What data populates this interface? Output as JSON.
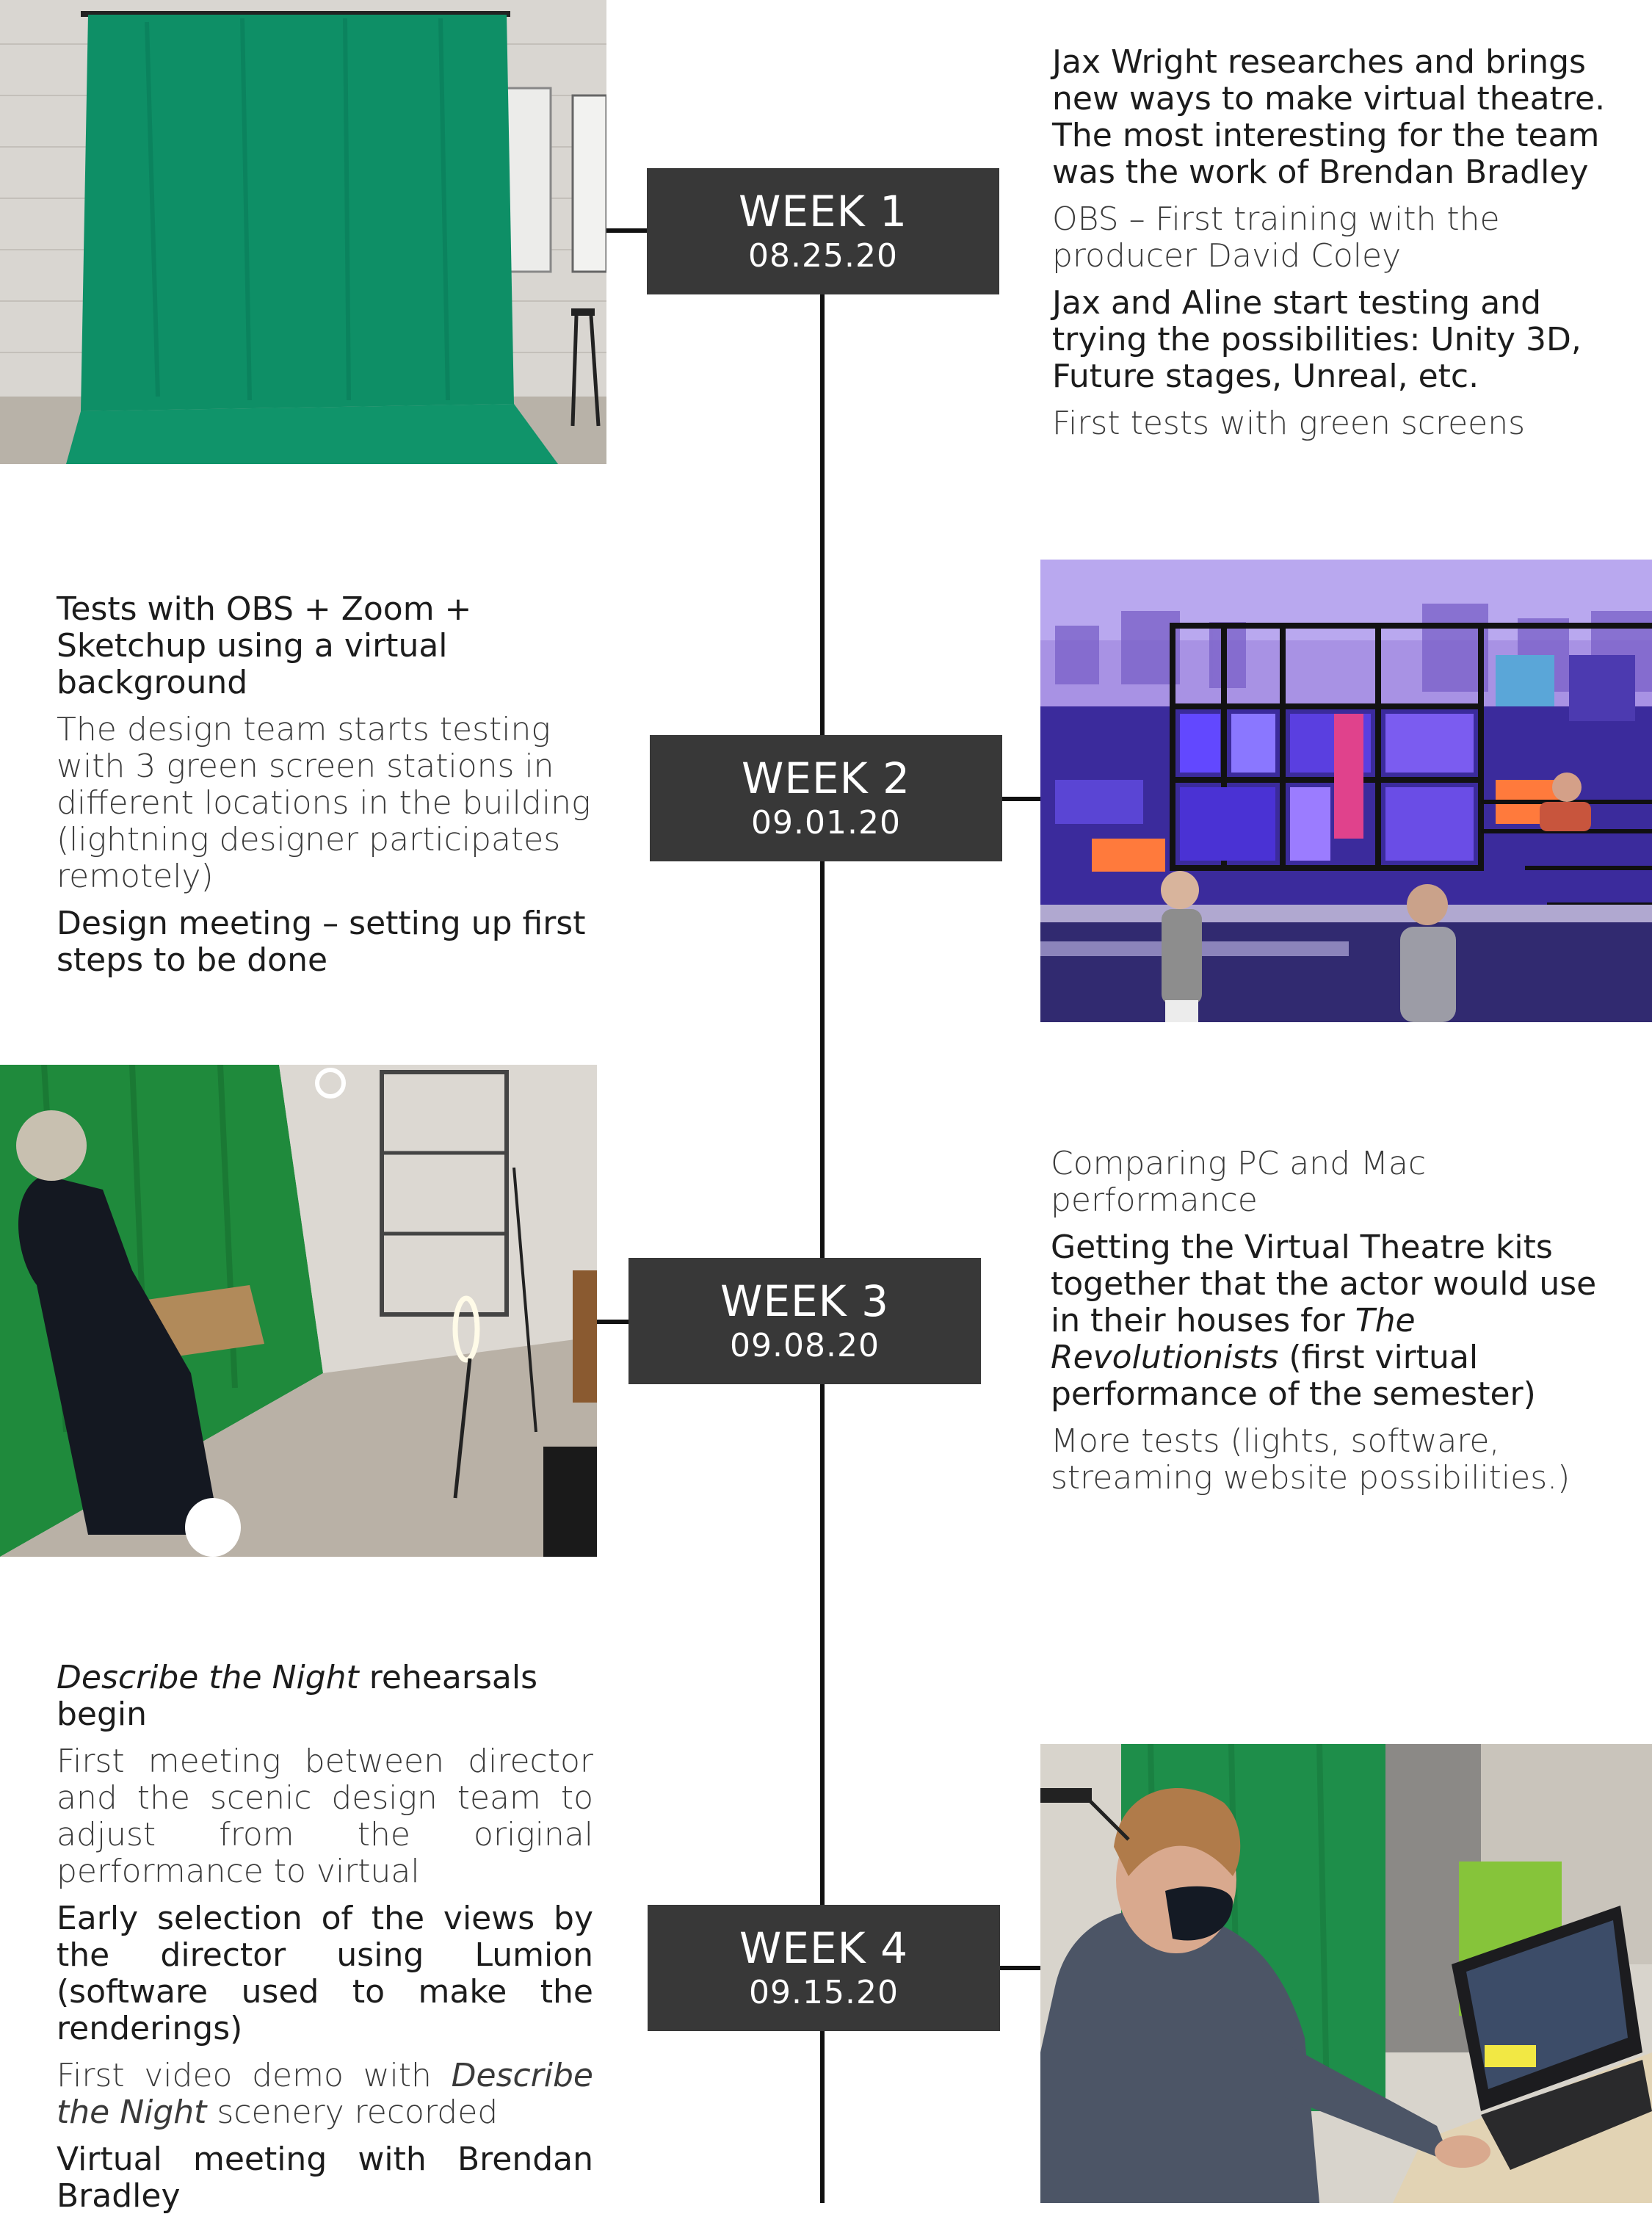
{
  "weeks": [
    {
      "label": "WEEK 1",
      "date": "08.25.20"
    },
    {
      "label": "WEEK 2",
      "date": "09.01.20"
    },
    {
      "label": "WEEK 3",
      "date": "09.08.20"
    },
    {
      "label": "WEEK 4",
      "date": "09.15.20"
    }
  ],
  "week1": {
    "items": [
      "Jax Wright researches and brings new ways to make virtual theatre. The most interesting for the team was the work of Brendan Bradley",
      "OBS – First training with the producer David Coley",
      "Jax and Aline start testing and trying the possibilities: Unity 3D, Future stages, Unreal, etc.",
      "First tests with green screens"
    ]
  },
  "week2": {
    "items": [
      "Tests with OBS + Zoom + Sketchup using a virtual background",
      "The design team starts testing with 3 green screen stations in different locations in the building (lightning designer participates remotely)",
      "Design meeting – setting up first steps to be done"
    ]
  },
  "week3": {
    "items": [
      "Comparing PC and Mac performance",
      "Getting the Virtual Theatre kits together that the actor would use in their houses for ",
      "The Revolutionists",
      " (first virtual performance of the semester)",
      "More tests (lights, software, streaming website possibilities.)"
    ]
  },
  "week4": {
    "items": [
      "Describe the Night",
      " rehearsals begin",
      "First meeting between director and the scenic design team to adjust from  the original performance to virtual",
      "Early selection of the views by the director using Lumion (software used to make the renderings)",
      "First video demo with ",
      "Describe the Night",
      " scenery recorded",
      "Virtual meeting with Brendan Bradley"
    ]
  }
}
